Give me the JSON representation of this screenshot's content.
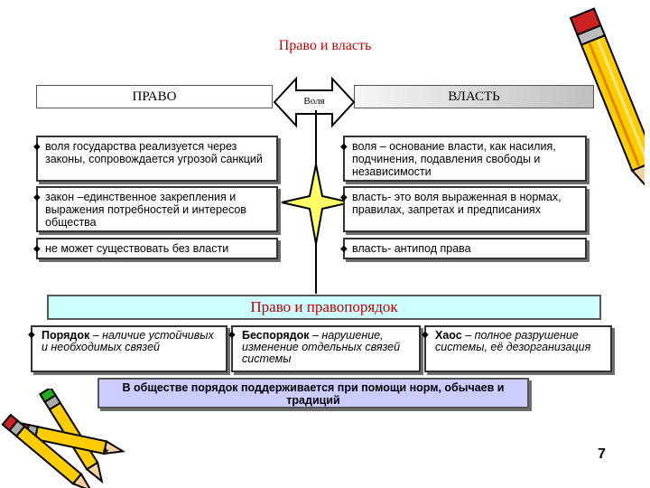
{
  "title": "Право и власть",
  "left_header": "ПРАВО",
  "right_header": "ВЛАСТЬ",
  "arrow_label": "Воля",
  "left_items": [
    "воля государства реализуется через законы, сопровождается угрозой санкций",
    "закон –единственное закрепления и выражения потребностей и интересов общества",
    "не может существовать без власти"
  ],
  "right_items": [
    "воля – основание власти, как насилия, подчинения, подавления свободы и независимости",
    "власть- это воля выраженная в нормах, правилах,  запретах и предписаниях",
    "власть- антипод права"
  ],
  "band_title": "Право и правопорядок",
  "order_items": [
    {
      "term": "Порядок",
      "desc": " – наличие устойчивых и необходимых связей"
    },
    {
      "term": "Беспорядок",
      "desc": " – нарушение, изменение отдельных связей системы"
    },
    {
      "term": "Хаос",
      "desc": " – полное разрушение системы, её дезорганизация"
    }
  ],
  "society_text": "В обществе порядок поддерживается при помощи норм, обычаев и  традиций",
  "footer_left": "*",
  "footer_right": "7",
  "colors": {
    "title": "#c00000",
    "band_bg": "#ccffff",
    "society_bg": "#ccccff",
    "star": "#ffff66"
  },
  "icons": [
    "pencil-icon",
    "pencils-cluster-icon",
    "double-arrow-icon",
    "four-point-star-icon",
    "diamond-bullet-icon"
  ]
}
